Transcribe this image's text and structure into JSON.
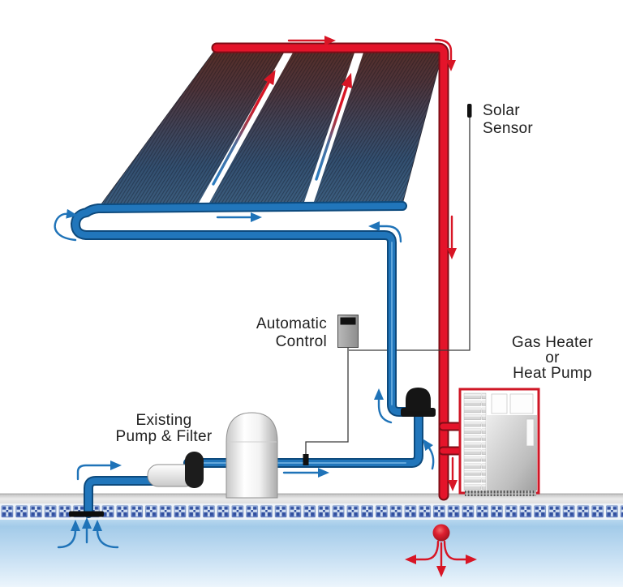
{
  "labels": {
    "solar_sensor": [
      "Solar",
      "Sensor"
    ],
    "automatic_control": [
      "Automatic",
      "Control"
    ],
    "gas_heater_or_heat_pump": [
      "Gas Heater",
      "or",
      "Heat Pump"
    ],
    "existing_pump_filter": [
      "Existing",
      "Pump & Filter"
    ]
  },
  "colors": {
    "hot_pipe": "#e4142a",
    "hot_pipe_edge": "#7e0d16",
    "cold_pipe": "#2176bb",
    "cold_pipe_edge": "#0d4a7d",
    "hot_arrow": "#d81525",
    "cold_arrow": "#1f73b8",
    "panel_hot": "#572e26",
    "panel_cold": "#3c5e7f",
    "pool_tile": "#4a66b4",
    "water": "#a3cbe9",
    "label_text": "#1f1f1f"
  }
}
